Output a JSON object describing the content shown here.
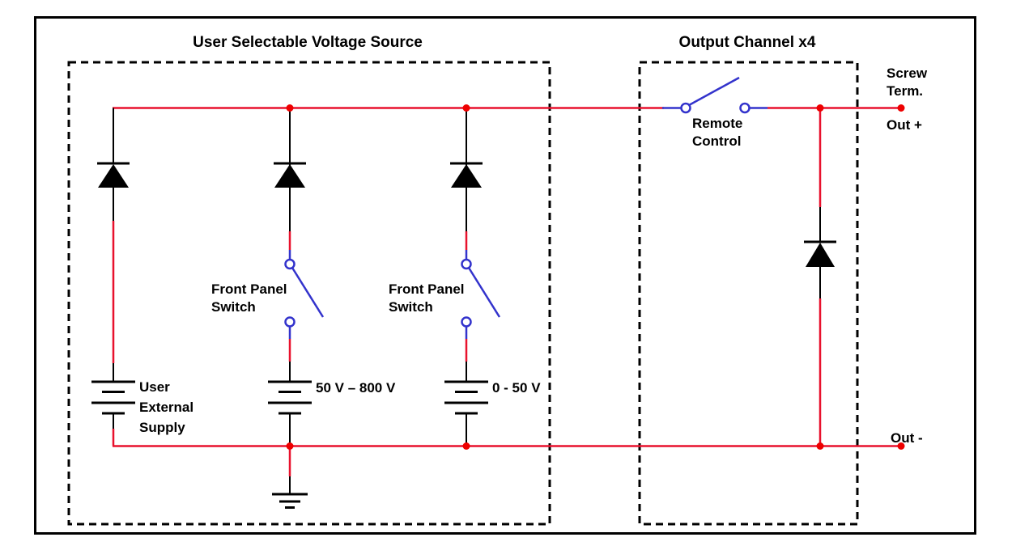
{
  "colors": {
    "wire_red": "#e8112d",
    "junction_dot_red": "#ee0000",
    "switch_blue": "#3333cc",
    "diagram_black": "#000000",
    "background": "#ffffff"
  },
  "sections": {
    "voltage_source": {
      "title": "User Selectable Voltage Source"
    },
    "output_channel": {
      "title": "Output Channel x4"
    }
  },
  "labels": {
    "screw_term": {
      "line1": "Screw",
      "line2": "Term."
    },
    "out_plus": "Out +",
    "out_minus": "Out -",
    "remote_control": {
      "line1": "Remote",
      "line2": "Control"
    },
    "front_panel_switch": {
      "line1": "Front Panel",
      "line2": "Switch"
    },
    "user_external_supply": {
      "line1": "User",
      "line2": "External",
      "line3": "Supply"
    },
    "hv_supply_range": "50 V – 800 V",
    "lv_supply_range": "0 - 50 V"
  }
}
